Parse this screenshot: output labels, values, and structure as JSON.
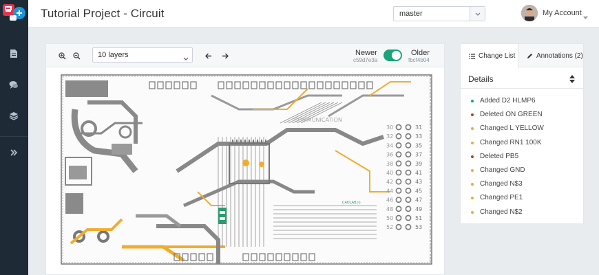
{
  "header": {
    "title": "Tutorial Project - Circuit",
    "branch": "master",
    "account_label": "My Account"
  },
  "sidebar": {
    "items": [
      "document-icon",
      "comments-icon",
      "layers-icon",
      "expand-icon"
    ]
  },
  "toolbar": {
    "layers_value": "10 layers",
    "newer_label": "Newer",
    "newer_hash": "c59d7e3a",
    "older_label": "Older",
    "older_hash": "fbcf4b04"
  },
  "board": {
    "silk_text": "COMMUNICATION",
    "logo_text": "CADLAB.io",
    "pin_numbers": [
      "31",
      "33",
      "35",
      "37",
      "39",
      "41",
      "43",
      "45",
      "47",
      "49",
      "51",
      "53"
    ],
    "left_pin_numbers": [
      "30",
      "32",
      "34",
      "36",
      "38",
      "40",
      "42",
      "44",
      "46",
      "48",
      "50",
      "52"
    ]
  },
  "right_panel": {
    "tabs": [
      {
        "label": "Change List",
        "icon": "list-icon"
      },
      {
        "label": "Annotations (2)",
        "icon": "pencil-icon"
      }
    ],
    "details_label": "Details",
    "changes": [
      {
        "text": "Added D2 HLMP6",
        "color": "#1aa37a"
      },
      {
        "text": "Deleted ON GREEN",
        "color": "#c0392b"
      },
      {
        "text": "Changed L YELLOW",
        "color": "#f0ad2d"
      },
      {
        "text": "Changed RN1 100K",
        "color": "#f0ad2d"
      },
      {
        "text": "Deleted PB5",
        "color": "#c0392b"
      },
      {
        "text": "Changed GND",
        "color": "#f0ad2d"
      },
      {
        "text": "Changed N$3",
        "color": "#f0ad2d"
      },
      {
        "text": "Changed PE1",
        "color": "#f0ad2d"
      },
      {
        "text": "Changed N$2",
        "color": "#f0ad2d"
      }
    ]
  }
}
